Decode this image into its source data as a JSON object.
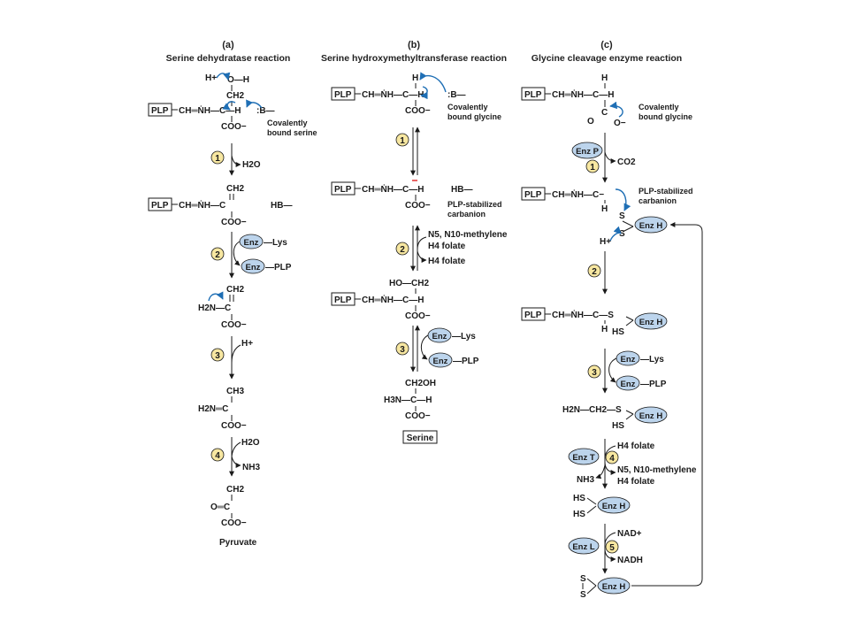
{
  "colors": {
    "enzyme_fill": "#bcd4ec",
    "step_fill": "#f7e7a1",
    "curly_arrow": "#1f6fb5",
    "minus": "#d11"
  },
  "panels": {
    "a": {
      "letter": "(a)",
      "title": "Serine dehydratase reaction",
      "labels": {
        "h_plus_top": "H+",
        "oh": "O—H",
        "ch2": "CH2",
        "plp": "PLP",
        "ch_nh": "CH═ṄH—C—H",
        "b": ":B—",
        "coo": "COO−",
        "covalently": "Covalently",
        "bound_serine": "bound serine",
        "h2o_out": "H2O",
        "ch2_b": "CH2",
        "plp2": "PLP",
        "ch_nh_b": "CH═ṄH—C",
        "hb": "HB—",
        "coo_b": "COO−",
        "enz_lys": "Enz",
        "lys": "—Lys",
        "enz_plp": "Enz",
        "plp_out": "—PLP",
        "ch2_c": "CH2",
        "h2n_c": "H2N—C",
        "coo_c": "COO−",
        "h_plus_c": "H+",
        "ch3": "CH3",
        "h2n_d": "H2N═C",
        "coo_d": "COO−",
        "h2o_in": "H2O",
        "nh3": "NH3",
        "ch2_e": "CH2",
        "o_c": "O═C",
        "coo_e": "COO−",
        "pyruvate": "Pyruvate"
      },
      "steps": [
        "1",
        "2",
        "3",
        "4"
      ]
    },
    "b": {
      "letter": "(b)",
      "title": "Serine hydroxymethyltransferase reaction",
      "labels": {
        "h_plus": "H",
        "plp": "PLP",
        "ch_nh": "CH═ṄH—C—H",
        "b": ":B—",
        "coo": "COO−",
        "covalently": "Covalently",
        "bound_glycine": "bound glycine",
        "plp2": "PLP",
        "ch_nh_b": "CH═ṄH—C—H",
        "hb": "HB—",
        "coo_b": "COO−",
        "plp_stab": "PLP-stabilized",
        "carbanion": "carbanion",
        "methylene": "N5, N10-methylene",
        "h4folate_in": "H4 folate",
        "h4folate_out": "H4 folate",
        "ho_ch2": "HO—CH2",
        "plp3": "PLP",
        "ch_nh_c": "CH═ṄH—C—H",
        "coo_c": "COO−",
        "enz_lys": "Enz",
        "lys": "—Lys",
        "enz_plp": "Enz",
        "plp_out": "—PLP",
        "ch2oh": "CH2OH",
        "h3n": "H3N—C—H",
        "coo_d": "COO−",
        "serine": "Serine"
      },
      "steps": [
        "1",
        "2",
        "3"
      ]
    },
    "c": {
      "letter": "(c)",
      "title": "Glycine cleavage enzyme reaction",
      "labels": {
        "h_top": "H",
        "plp": "PLP",
        "ch_nh": "CH═ṄH—C—H",
        "c_low": "C",
        "o_left": "O",
        "o_right": "O−",
        "covalently": "Covalently",
        "bound_glycine": "bound glycine",
        "enz_p": "Enz P",
        "co2": "CO2",
        "plp2": "PLP",
        "ch_nh_b": "CH═ṄH—C−",
        "h_b": "H",
        "plp_stab": "PLP-stabilized",
        "carbanion": "carbanion",
        "s_top": "S",
        "s_bot": "S",
        "enz_h1": "Enz H",
        "h_plus": "H+",
        "plp3": "PLP",
        "ch_nh_c": "CH═ṄH—C—S",
        "h_c": "H",
        "hs_c": "HS",
        "enz_h2": "Enz H",
        "enz_lys": "Enz",
        "lys": "—Lys",
        "enz_plp": "Enz",
        "plp_out": "—PLP",
        "h2n_ch2_s": "H2N—CH2—S",
        "hs_d": "HS",
        "enz_h3": "Enz H",
        "h4folate": "H4 folate",
        "enz_t": "Enz T",
        "methylene": "N5, N10-methylene",
        "h4folate2": "H4 folate",
        "nh3": "NH3",
        "hs_e1": "HS",
        "hs_e2": "HS",
        "enz_h4": "Enz H",
        "enz_l": "Enz L",
        "nad": "NAD+",
        "nadh": "NADH",
        "s_f1": "S",
        "s_f2": "S",
        "enz_h5": "Enz H"
      },
      "steps": [
        "1",
        "2",
        "3",
        "4",
        "5"
      ]
    }
  }
}
